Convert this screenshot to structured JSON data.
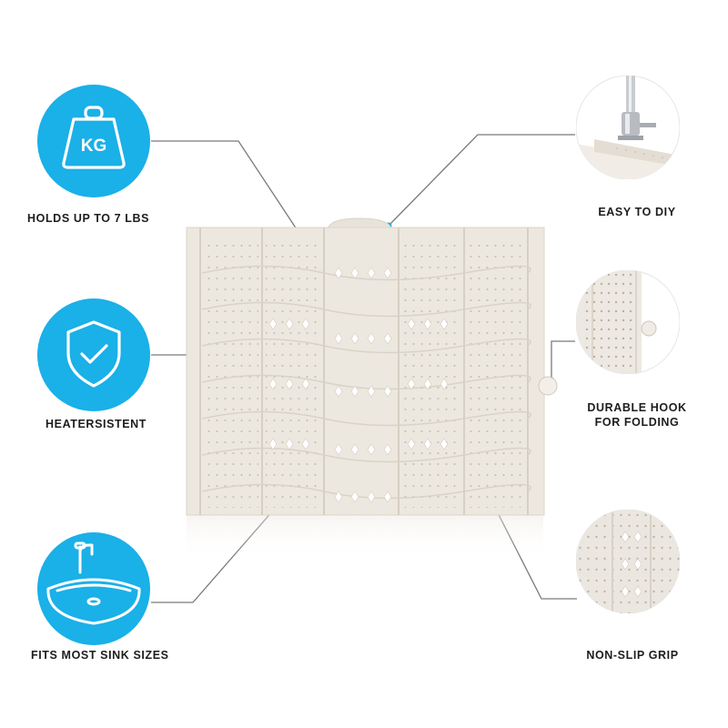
{
  "colors": {
    "accent": "#1ab0e8",
    "mat": "#ece8e0",
    "line": "#7a7a7a"
  },
  "features": {
    "weight": {
      "label": "HOLDS UP TO 7 LBS",
      "icon": "kettlebell-icon",
      "icon_text": "KG"
    },
    "heat": {
      "label": "HEATERSISTENT",
      "icon": "shield-check-icon"
    },
    "sink": {
      "label": "FITS MOST SINK SIZES",
      "icon": "sink-faucet-icon"
    },
    "diy": {
      "label": "EASY TO DIY"
    },
    "hook": {
      "label_line1": "DURABLE HOOK",
      "label_line2": "FOR FOLDING"
    },
    "grip": {
      "label": "NON-SLIP GRIP"
    }
  }
}
